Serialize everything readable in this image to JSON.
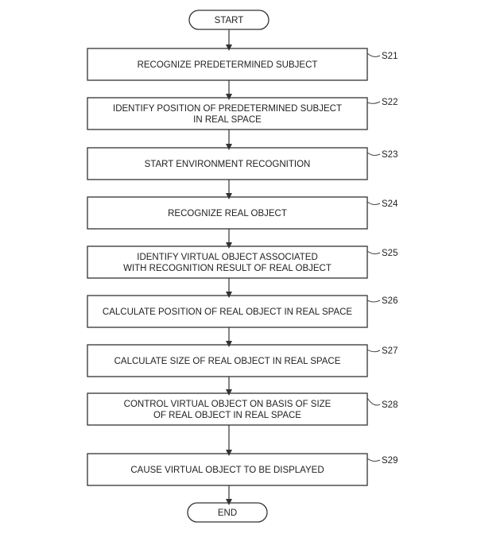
{
  "start": "START",
  "end": "END",
  "steps": [
    {
      "id": "S21",
      "lines": [
        "RECOGNIZE PREDETERMINED SUBJECT"
      ]
    },
    {
      "id": "S22",
      "lines": [
        "IDENTIFY POSITION OF PREDETERMINED SUBJECT",
        "IN REAL SPACE"
      ]
    },
    {
      "id": "S23",
      "lines": [
        "START ENVIRONMENT RECOGNITION"
      ]
    },
    {
      "id": "S24",
      "lines": [
        "RECOGNIZE REAL OBJECT"
      ]
    },
    {
      "id": "S25",
      "lines": [
        "IDENTIFY VIRTUAL OBJECT ASSOCIATED",
        "WITH RECOGNITION RESULT OF REAL OBJECT"
      ]
    },
    {
      "id": "S26",
      "lines": [
        "CALCULATE POSITION OF REAL OBJECT IN REAL SPACE"
      ]
    },
    {
      "id": "S27",
      "lines": [
        "CALCULATE SIZE OF REAL OBJECT IN REAL SPACE"
      ]
    },
    {
      "id": "S28",
      "lines": [
        "CONTROL VIRTUAL OBJECT ON BASIS OF SIZE",
        "OF REAL OBJECT IN REAL SPACE"
      ]
    },
    {
      "id": "S29",
      "lines": [
        "CAUSE VIRTUAL OBJECT TO BE DISPLAYED"
      ]
    }
  ]
}
